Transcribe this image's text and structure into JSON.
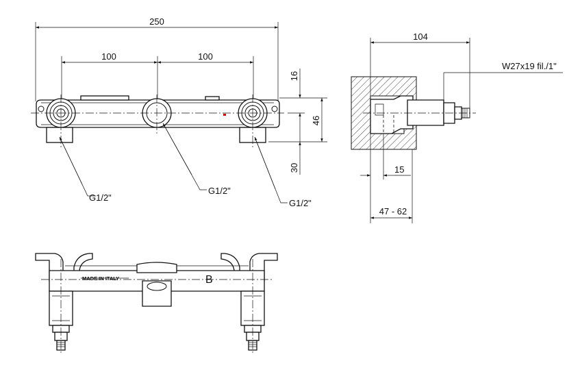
{
  "dimensions": {
    "overall_width": "250",
    "left_spacing": "100",
    "right_spacing": "100",
    "top_offset": "16",
    "body_height": "46",
    "outlet_length": "30",
    "side_depth": "104",
    "thread_spec": "W27x19 fil./1\"",
    "wall_step": "15",
    "depth_range": "47 - 62"
  },
  "callouts": {
    "left_inlet": "G1/2\"",
    "center_outlet": "G1/2\"",
    "right_inlet": "G1/2\""
  },
  "body_marking": {
    "stamp": "MADE IN ITALY",
    "letter": "B"
  }
}
